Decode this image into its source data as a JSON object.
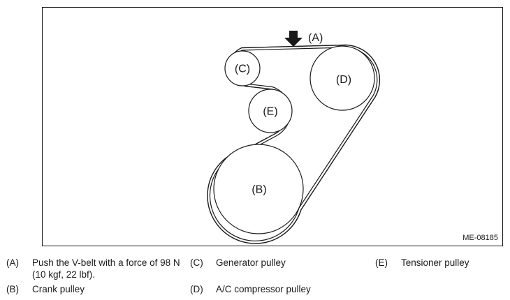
{
  "figure_code": "ME-08185",
  "labels": {
    "a": "(A)",
    "b": "(B)",
    "c": "(C)",
    "d": "(D)",
    "e": "(E)"
  },
  "legend": [
    {
      "key": "(A)",
      "text": "Push the V-belt with a force of 98 N (10 kgf, 22 lbf)."
    },
    {
      "key": "(B)",
      "text": "Crank pulley"
    },
    {
      "key": "(C)",
      "text": "Generator pulley"
    },
    {
      "key": "(D)",
      "text": "A/C compressor pulley"
    },
    {
      "key": "(E)",
      "text": "Tensioner pulley"
    }
  ],
  "colors": {
    "ink": "#1a1a1a",
    "background": "#ffffff"
  },
  "icons": {
    "push_arrow": "down-arrow-icon"
  }
}
